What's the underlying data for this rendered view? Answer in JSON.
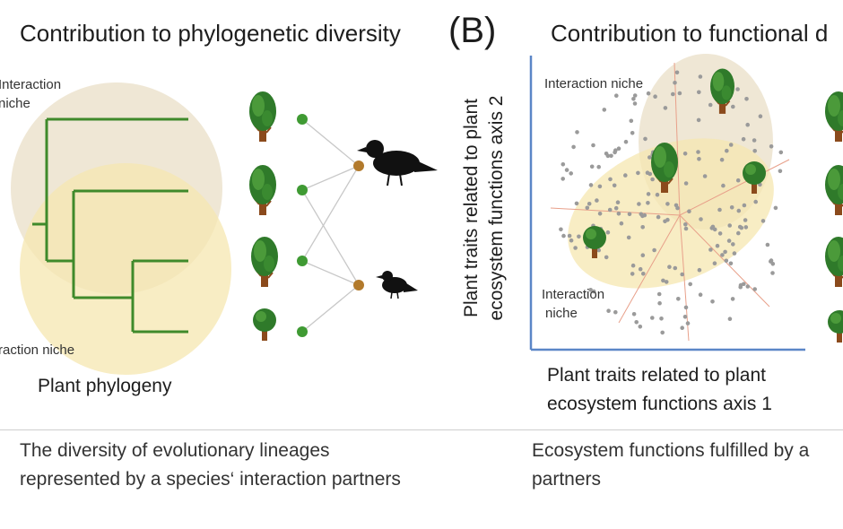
{
  "left_panel": {
    "title": "Contribution to phylogenetic diversity",
    "niche_top_line1": "Interaction",
    "niche_top_line2": "niche",
    "niche_bottom": "raction niche",
    "phylogeny_label": "Plant phylogeny",
    "caption_line1": "The diversity of evolutionary lineages",
    "caption_line2": "represented by a species‘ interaction partners"
  },
  "right_panel": {
    "panel_letter": "(B)",
    "title": "Contribution to functional d",
    "niche_top": "Interaction niche",
    "niche_bottom_line1": "Interaction",
    "niche_bottom_line2": "niche",
    "y_axis_label": "Plant traits related to plant ecosystem functions axis 2",
    "x_axis_line1": "Plant traits related to plant",
    "x_axis_line2": "ecosystem functions axis 1",
    "caption_line1": "Ecosystem functions fulfilled by a",
    "caption_line2": "partners"
  },
  "colors": {
    "beige_niche": "#eee6d3",
    "yellow_niche": "#f6e7b0",
    "tree_branch": "#3f8a2b",
    "plant_node": "#3f9a33",
    "bird_node": "#b27a2c",
    "axis_blue": "#5b86c7",
    "vector_salmon": "#e8a08a"
  }
}
